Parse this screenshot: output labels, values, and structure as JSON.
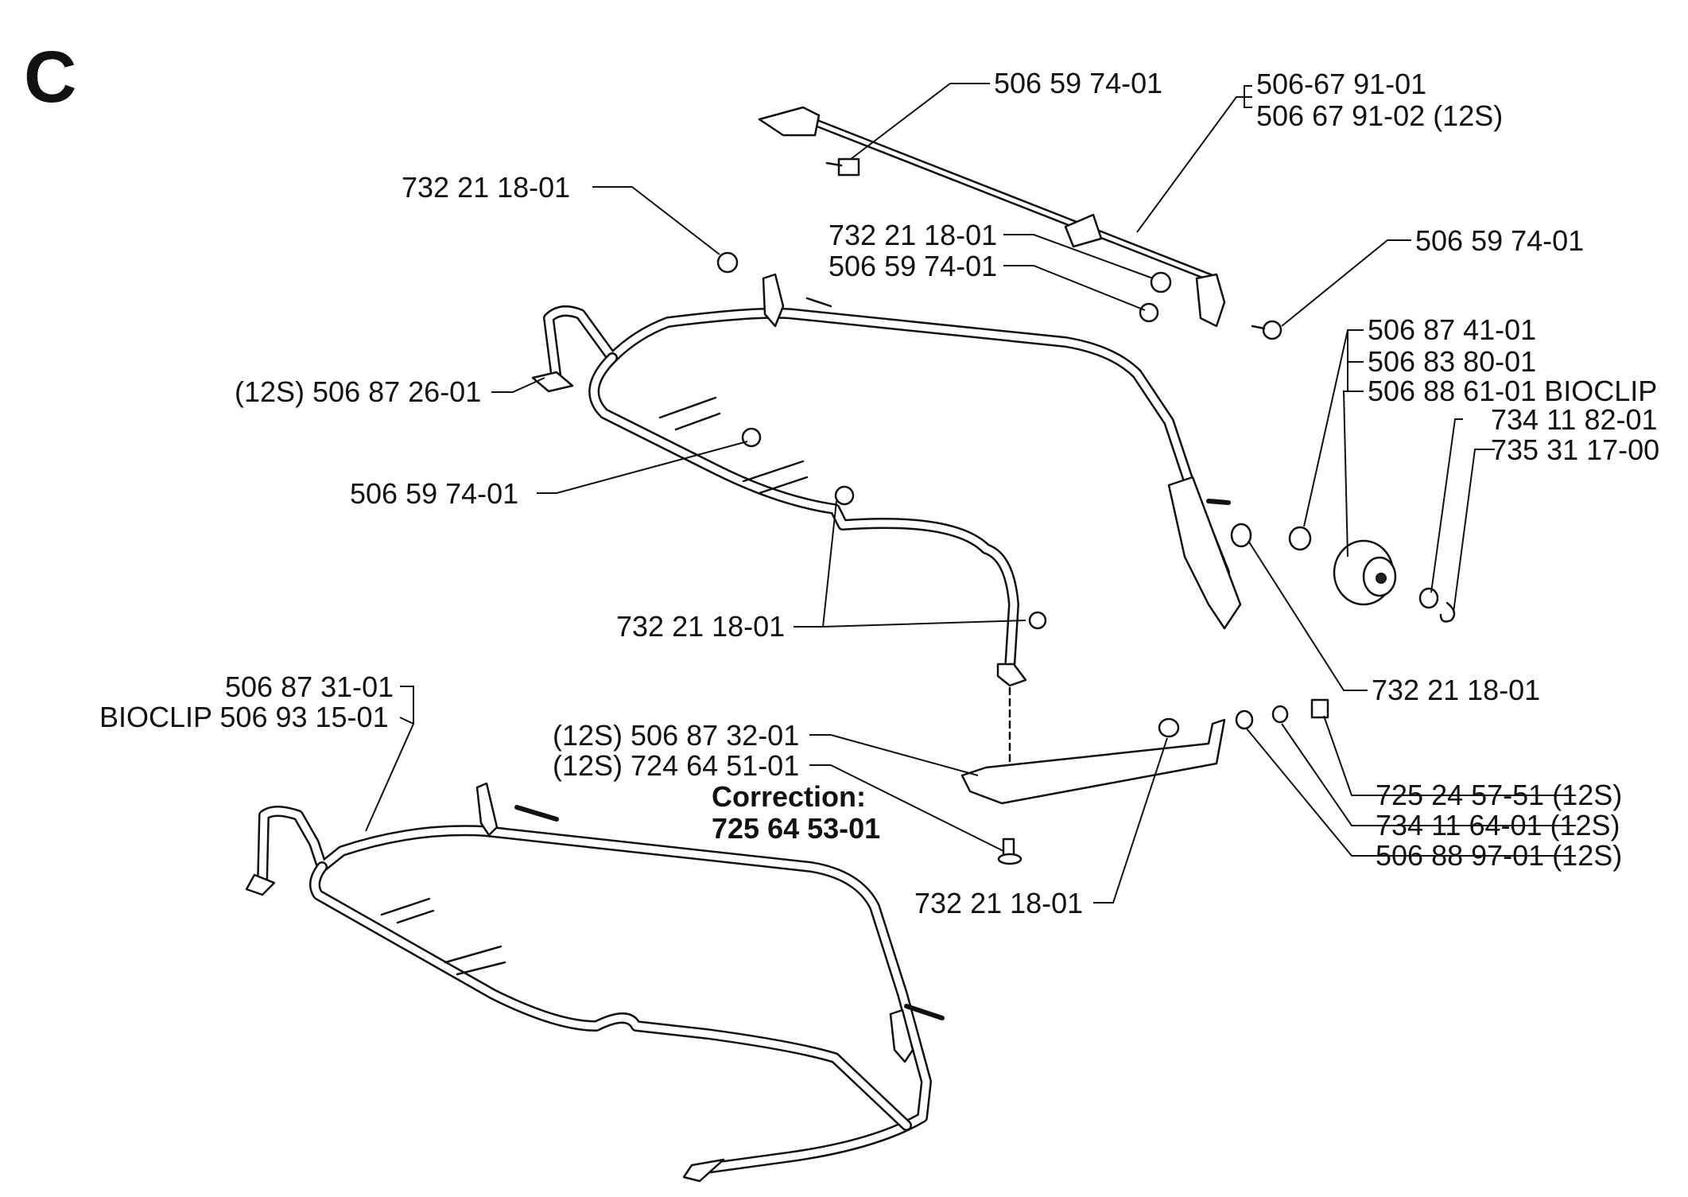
{
  "section_letter": "C",
  "labels": {
    "l1": "506 59 74-01",
    "l2a": "506-67 91-01",
    "l2b": "506 67 91-02 (12S)",
    "l3": "732 21 18-01",
    "l4": "732 21 18-01",
    "l5": "506 59 74-01",
    "l6": "506 59 74-01",
    "l7a": "506 87 41-01",
    "l7b": "506 83 80-01",
    "l7c": "506 88 61-01 BIOCLIP",
    "l7d": "734 11 82-01",
    "l7e": "735 31 17-00",
    "l8": "(12S) 506 87 26-01",
    "l9": "506 59 74-01",
    "l10": "732 21 18-01",
    "l11": "732 21 18-01",
    "l12a": "506 87 31-01",
    "l12b": "BIOCLIP 506 93 15-01",
    "l13": "(12S) 506 87 32-01",
    "l14": "(12S) 724 64 51-01",
    "l15a": "725 24 57-51 (12S)",
    "l15b": "734 11 64-01 (12S)",
    "l15c": "506 88 97-01 (12S)",
    "l16": "732 21 18-01"
  },
  "correction": {
    "title": "Correction:",
    "part": "725 64 53-01"
  }
}
